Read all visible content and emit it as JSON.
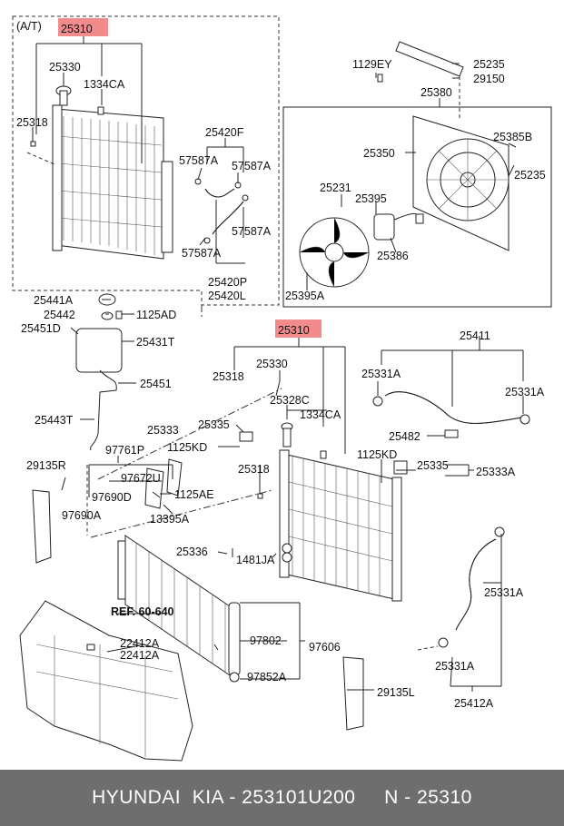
{
  "header_label": "(A/T)",
  "highlight_color": "#f28b8b",
  "labels": {
    "top_25310": "25310",
    "top_25330": "25330",
    "top_1334CA": "1334CA",
    "top_25318": "25318",
    "l_25420F": "25420F",
    "l_57587A_1": "57587A",
    "l_57587A_2": "57587A",
    "l_57587A_3": "57587A",
    "l_57587A_4": "57587A",
    "l_25420P": "25420P",
    "l_25420L": "25420L",
    "l_1129EY": "1129EY",
    "l_25235_1": "25235",
    "l_29150": "29150",
    "l_25380": "25380",
    "l_25350": "25350",
    "l_25385B": "25385B",
    "l_25235_2": "25235",
    "l_25231": "25231",
    "l_25395": "25395",
    "l_25386": "25386",
    "l_25395A": "25395A",
    "l_25441A": "25441A",
    "l_25442": "25442",
    "l_1125AD": "1125AD",
    "l_25451D": "25451D",
    "l_25431T": "25431T",
    "l_25451": "25451",
    "l_25443T": "25443T",
    "mid_25310": "25310",
    "mid_25318a": "25318",
    "mid_25330": "25330",
    "mid_25328C": "25328C",
    "mid_1334CA": "1334CA",
    "mid_25333": "25333",
    "mid_25335": "25335",
    "mid_1125KD": "1125KD",
    "mid_25318b": "25318",
    "l_25411": "25411",
    "l_25331A_1": "25331A",
    "l_25331A_2": "25331A",
    "l_25482": "25482",
    "r_1125KD": "1125KD",
    "r_25335": "25335",
    "r_25333A": "25333A",
    "l_97761P": "97761P",
    "l_97672U": "97672U",
    "l_97690D": "97690D",
    "l_97690A": "97690A",
    "l_1125AE": "1125AE",
    "l_13395A": "13395A",
    "l_29135R": "29135R",
    "l_25336": "25336",
    "l_1481JA": "1481JA",
    "l_25331A_3": "25331A",
    "l_25331A_4": "25331A",
    "l_25412A": "25412A",
    "l_ref": "REF. 60-640",
    "l_22412A_1": "22412A",
    "l_22412A_2": "22412A",
    "l_97802": "97802",
    "l_97606": "97606",
    "l_97852A": "97852A",
    "l_29135L": "29135L"
  },
  "footer": {
    "brand": "HYUNDAI  KIA",
    "sep1": " - ",
    "part_number": "253101U200",
    "sep2": "     N - ",
    "ref_number": "25310"
  }
}
